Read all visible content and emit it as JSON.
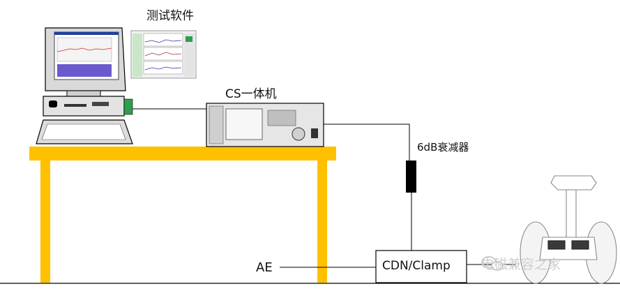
{
  "labels": {
    "test_software": "测试软件",
    "cs_unit": "CS一体机",
    "attenuator": "6dB衰减器",
    "ae": "AE",
    "cdn_clamp": "CDN/Clamp"
  },
  "watermark": "电磁兼容之家",
  "colors": {
    "table": "#FFC000",
    "line": "#000000",
    "instrument_body": "#E6E6E6",
    "attenuator": "#000000",
    "screen_plot": "#6A5ACD"
  }
}
